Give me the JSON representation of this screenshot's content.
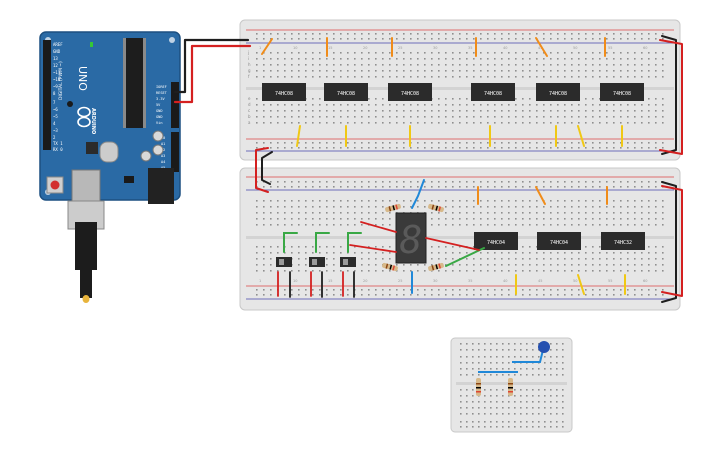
{
  "arduino": {
    "model_label": "UNO",
    "brand_label": "ARDUINO",
    "header_labels": [
      "AREF",
      "GND",
      "13",
      "12",
      "~11",
      "~10",
      "~9",
      "8",
      "7",
      "~6",
      "~5",
      "4",
      "~3",
      "2",
      "TX 1",
      "RX 0"
    ],
    "section_label": "DIGITAL (PWM ~)",
    "power_labels": [
      "IOREF",
      "RESET",
      "3.3V",
      "5V",
      "GND",
      "GND",
      "Vin"
    ],
    "analog_labels": [
      "A0",
      "A1",
      "A2",
      "A3",
      "A4",
      "A5"
    ]
  },
  "top_board": {
    "chips": [
      "74HC08",
      "74HC08",
      "74HC08",
      "74HC08",
      "74HC08",
      "74HC08"
    ],
    "row_letters": [
      "j",
      "i",
      "h",
      "g",
      "f",
      "e",
      "d",
      "c",
      "b",
      "a"
    ],
    "column_numbers": [
      "1",
      "5",
      "10",
      "15",
      "20",
      "25",
      "30",
      "35",
      "40",
      "45",
      "50",
      "55",
      "60"
    ]
  },
  "bottom_board": {
    "chips": [
      "74HC04",
      "74HC04",
      "74HC32"
    ],
    "column_numbers": [
      "1",
      "5",
      "10",
      "15",
      "20",
      "25",
      "30",
      "35",
      "40",
      "45",
      "50",
      "55",
      "60"
    ]
  },
  "display": {
    "digit": "8"
  },
  "colors": {
    "board": "#e6e6e6",
    "arduino": "#2a6aa5",
    "chip": "#2b2b2b",
    "wire_red": "#d42020",
    "wire_black": "#1e1e1e",
    "wire_orange": "#f08c1a",
    "wire_yellow": "#f0c814",
    "wire_green": "#39a845",
    "wire_blue": "#2088d8",
    "capacitor": "#2550b0"
  }
}
